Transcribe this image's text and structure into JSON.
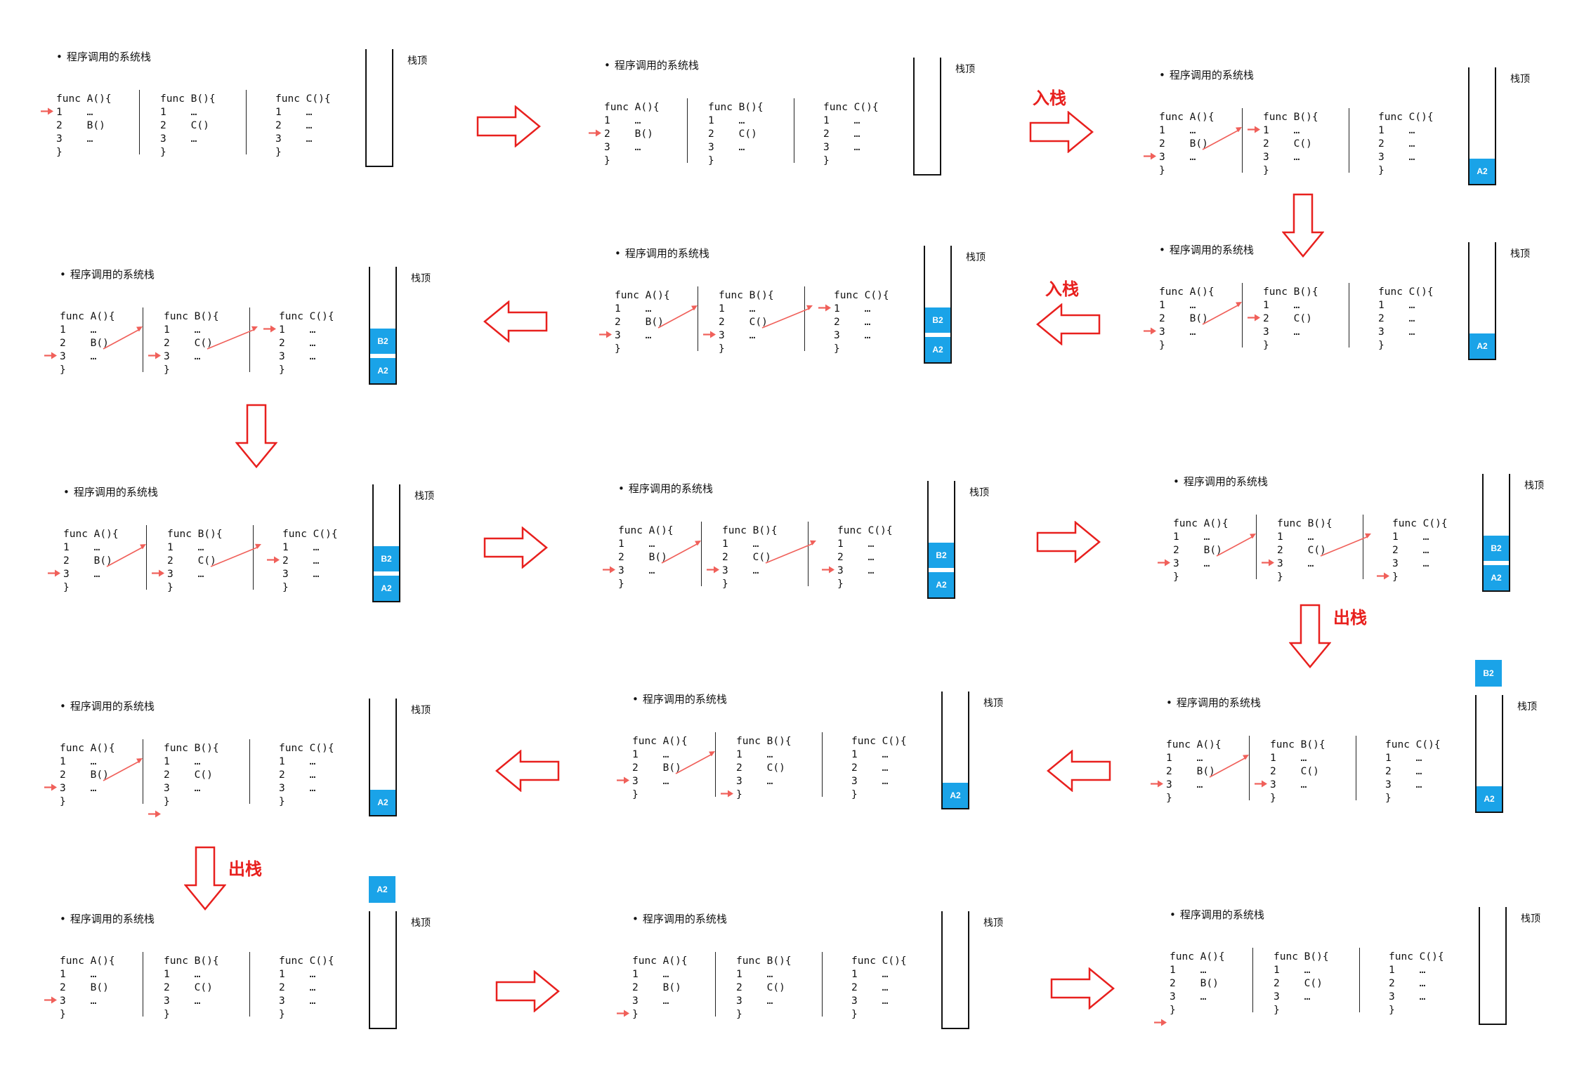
{
  "title": "程序调用的系统栈",
  "stack_top_label": "栈顶",
  "functions": [
    {
      "name": "A",
      "lines": [
        "func A(){",
        "1    …",
        "2    B()",
        "3    …",
        "}"
      ]
    },
    {
      "name": "B",
      "lines": [
        "func B(){",
        "1    …",
        "2    C()",
        "3    …",
        "}"
      ]
    },
    {
      "name": "C",
      "lines": [
        "func C(){",
        "1    …",
        "2    …",
        "3    …",
        "}"
      ]
    }
  ],
  "frame_labels": {
    "a2": "A2",
    "b2": "B2"
  },
  "transition_labels": {
    "push": "入栈",
    "pop": "出栈"
  },
  "steps": [
    {
      "pointers": [
        [
          0,
          1
        ]
      ],
      "calls": [],
      "stack": [],
      "popped": null
    },
    {
      "pointers": [
        [
          0,
          2
        ]
      ],
      "calls": [],
      "stack": [],
      "popped": null
    },
    {
      "pointers": [
        [
          0,
          3
        ],
        [
          1,
          1
        ]
      ],
      "calls": [
        0
      ],
      "stack": [
        "A2"
      ],
      "popped": null
    },
    {
      "pointers": [
        [
          0,
          3
        ],
        [
          1,
          2
        ]
      ],
      "calls": [
        0
      ],
      "stack": [
        "A2"
      ],
      "popped": null
    },
    {
      "pointers": [
        [
          0,
          3
        ],
        [
          1,
          3
        ],
        [
          2,
          1
        ]
      ],
      "calls": [
        0,
        1
      ],
      "stack": [
        "A2",
        "B2"
      ],
      "popped": null
    },
    {
      "pointers": [
        [
          0,
          3
        ],
        [
          1,
          3
        ],
        [
          2,
          1
        ]
      ],
      "calls": [
        0,
        1
      ],
      "stack": [
        "A2",
        "B2"
      ],
      "popped": null
    },
    {
      "pointers": [
        [
          0,
          3
        ],
        [
          1,
          3
        ],
        [
          2,
          2
        ]
      ],
      "calls": [
        0,
        1
      ],
      "stack": [
        "A2",
        "B2"
      ],
      "popped": null
    },
    {
      "pointers": [
        [
          0,
          3
        ],
        [
          1,
          3
        ],
        [
          2,
          3
        ]
      ],
      "calls": [
        0,
        1
      ],
      "stack": [
        "A2",
        "B2"
      ],
      "popped": null
    },
    {
      "pointers": [
        [
          0,
          3
        ],
        [
          1,
          3
        ],
        [
          2,
          4
        ]
      ],
      "calls": [
        0,
        1
      ],
      "stack": [
        "A2",
        "B2"
      ],
      "popped": null
    },
    {
      "pointers": [
        [
          0,
          3
        ],
        [
          1,
          3
        ]
      ],
      "calls": [
        0
      ],
      "stack": [
        "A2"
      ],
      "popped": "B2"
    },
    {
      "pointers": [
        [
          0,
          3
        ],
        [
          1,
          4
        ]
      ],
      "calls": [
        0
      ],
      "stack": [
        "A2"
      ],
      "popped": null
    },
    {
      "pointers": [
        [
          0,
          3
        ],
        [
          1,
          5
        ]
      ],
      "calls": [
        0
      ],
      "stack": [
        "A2"
      ],
      "popped": null
    },
    {
      "pointers": [
        [
          0,
          3
        ]
      ],
      "calls": [],
      "stack": [],
      "popped": "A2"
    },
    {
      "pointers": [
        [
          0,
          4
        ]
      ],
      "calls": [],
      "stack": [],
      "popped": null
    },
    {
      "pointers": [
        [
          0,
          5
        ]
      ],
      "calls": [],
      "stack": [],
      "popped": null
    }
  ]
}
